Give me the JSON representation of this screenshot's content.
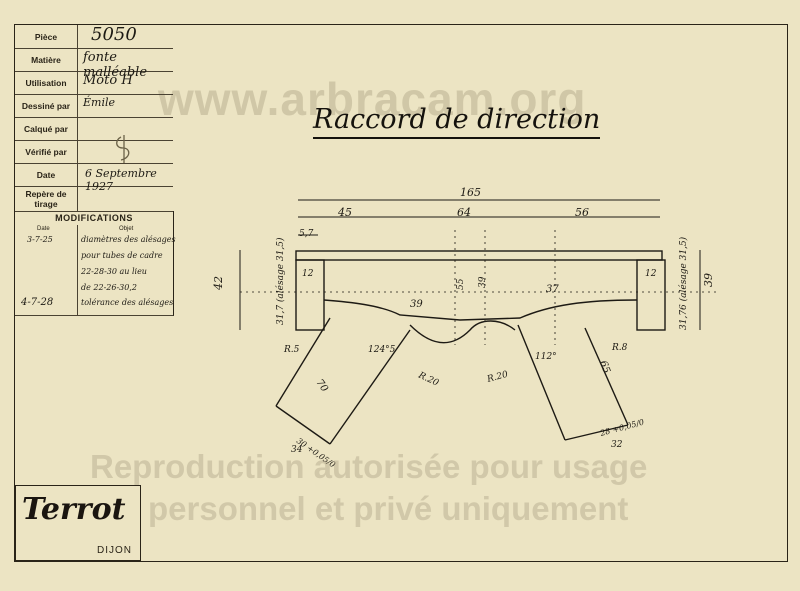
{
  "title_block": {
    "piece_label": "Pièce",
    "piece_value": "5050",
    "matiere_label": "Matière",
    "matiere_value": "fonte malléable",
    "utilisation_label": "Utilisation",
    "utilisation_value": "Moto H",
    "dessine_label": "Dessiné par",
    "dessine_value": "Émile",
    "calque_label": "Calqué par",
    "calque_value": "",
    "verifie_label": "Vérifié par",
    "verifie_value": "",
    "date_label": "Date",
    "date_value": "6 Septembre 1927",
    "repere_label": "Repère de tirage",
    "repere_value": ""
  },
  "modifications": {
    "title": "MODIFICATIONS",
    "date_header": "Date",
    "objet_header": "Objet",
    "entries": [
      {
        "date": "3-7-25",
        "lines": [
          "diamètres des alésages",
          "pour tubes de cadre",
          "22-28-30 au lieu",
          "de 22-26-30,2"
        ]
      },
      {
        "date": "4-7-28",
        "lines": [
          "tolérance des alésages"
        ]
      }
    ]
  },
  "drawing": {
    "title": "Raccord de direction",
    "dims": {
      "overall": "165",
      "left": "45",
      "mid": "64",
      "right": "56",
      "flange": "5,7",
      "left_bore": "31,7 (alésage 31,5)",
      "right_bore": "31,76 (alésage 31,5)",
      "left_h": "42",
      "right_h": "39",
      "inner_l": "12",
      "inner_r": "12",
      "c55": "55",
      "c39": "39",
      "c39b": "39",
      "c37": "37",
      "r5": "R.5",
      "r8": "R.8",
      "r20a": "R.20",
      "r20b": "R.20",
      "a1245": "124°5",
      "a112": "112°",
      "l70": "70",
      "l65": "65",
      "d30": "30 +0,05/0",
      "d34": "34",
      "d28": "28 +0,05/0",
      "d32": "32"
    }
  },
  "logo": {
    "brand": "Terrot",
    "city": "DIJON"
  },
  "watermarks": {
    "top": "www.arbracam.org",
    "bottom_line1": "Reproduction autorisée pour usage",
    "bottom_line2": "personnel et privé uniquement"
  }
}
